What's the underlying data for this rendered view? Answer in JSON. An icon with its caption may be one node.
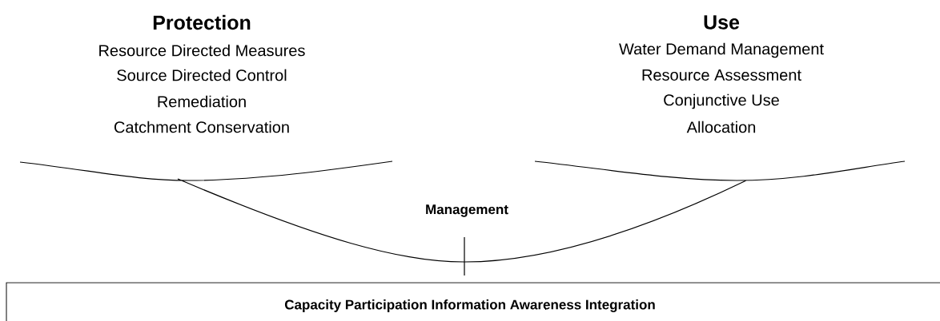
{
  "diagram": {
    "nodes": [
      {
        "text": [
          "Capacity Participation Information Awareness Integration"
        ]
      }
    ],
    "edges": [],
    "labels": [
      "Protection",
      "Resource Directed Measures",
      "Source Directed Control",
      "Remediation",
      "Catchment Conservation",
      "Use",
      "Water Demand Management",
      "Resource Assessment",
      "Conjunctive Use",
      "Allocation",
      "Management"
    ]
  }
}
